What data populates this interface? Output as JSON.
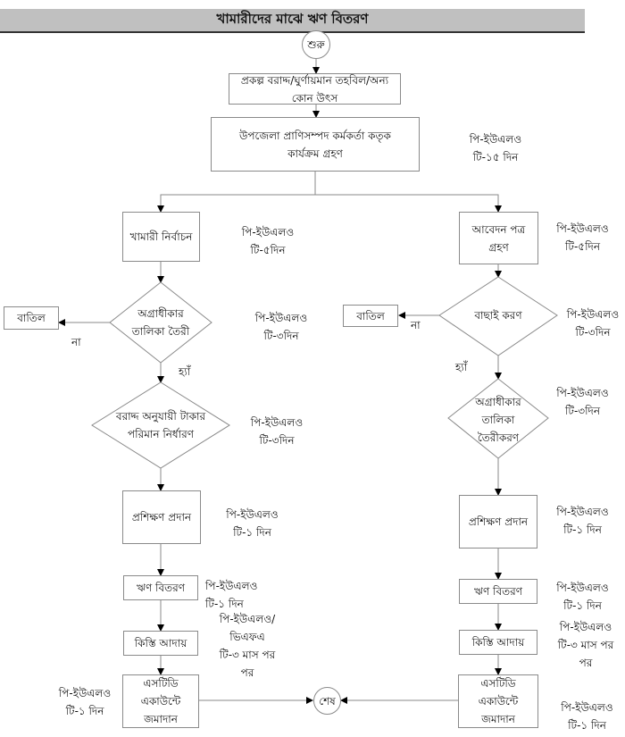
{
  "title": "খামারীদের মাঝে ঋণ বিতরণ",
  "start": "শুরু",
  "end": "শেষ",
  "top_steps": [
    "প্রকল্প বরাদ্দ/ঘুর্ণায়মান তহবিল/অন্য কোন উৎস",
    "উপজেলা প্রাণিসম্পদ কর্মকর্তা কতৃক কার্যক্রম গ্রহণ"
  ],
  "top_note": "পি-ইউএলও\nটি-১৫ দিন",
  "left_branch": {
    "steps": [
      {
        "text": "খামারী নির্বাচন",
        "note": "পি-ইউএলও\nটি-৫দিন"
      },
      {
        "text": "অগ্রাধীকার তালিকা তৈরী",
        "type": "decision",
        "note": "পি-ইউএলও\nটি-৩দিন"
      },
      {
        "text": "বরাদ্দ অনুযায়ী টাকার পরিমান নির্ধারণ",
        "type": "decision",
        "note": "পি-ইউএলও\nটি-৩দিন"
      },
      {
        "text": "প্রশিক্ষণ প্রদান",
        "note": "পি-ইউএলও\nটি-১ দিন"
      },
      {
        "text": "ঋণ বিতরণ",
        "note": "পি-ইউএলও\nটি-১ দিন"
      },
      {
        "text": "কিস্তি আদায়",
        "note": "পি-ইউএলও/\nভিএফএ\nটি-৩ মাস পর\nপর"
      },
      {
        "text": "এসটিডি একাউন্টে জমাদান",
        "note": "পি-ইউএলও\nটি-১ দিন"
      }
    ],
    "reject": "বাতিল",
    "no_label": "না",
    "yes_label": "হ্যাঁ"
  },
  "right_branch": {
    "steps": [
      {
        "text": "আবেদন পত্র গ্রহণ",
        "note": "পি-ইউএলও\nটি-৫দিন"
      },
      {
        "text": "বাছাই করণ",
        "type": "decision",
        "note": "পি-ইউএলও\nটি-৩দিন"
      },
      {
        "text": "অগ্রাধীকার তালিকা তৈরীকরণ",
        "type": "decision",
        "note": "পি-ইউএলও\nটি-৩দিন"
      },
      {
        "text": "প্রশিক্ষণ প্রদান",
        "note": "পি-ইউএলও\nটি-১ দিন"
      },
      {
        "text": "ঋণ বিতরণ",
        "note": "পি-ইউএলও\nটি-১ দিন"
      },
      {
        "text": "কিস্তি আদায়",
        "note": "পি-ইউএলও\nটি-৩ মাস পর\nপর"
      },
      {
        "text": "এসটিডি একাউন্টে জমাদান",
        "note": "পি-ইউএলও\nটি-১ দিন"
      }
    ],
    "reject": "বাতিল",
    "no_label": "না",
    "yes_label": "হ্যাঁ"
  }
}
